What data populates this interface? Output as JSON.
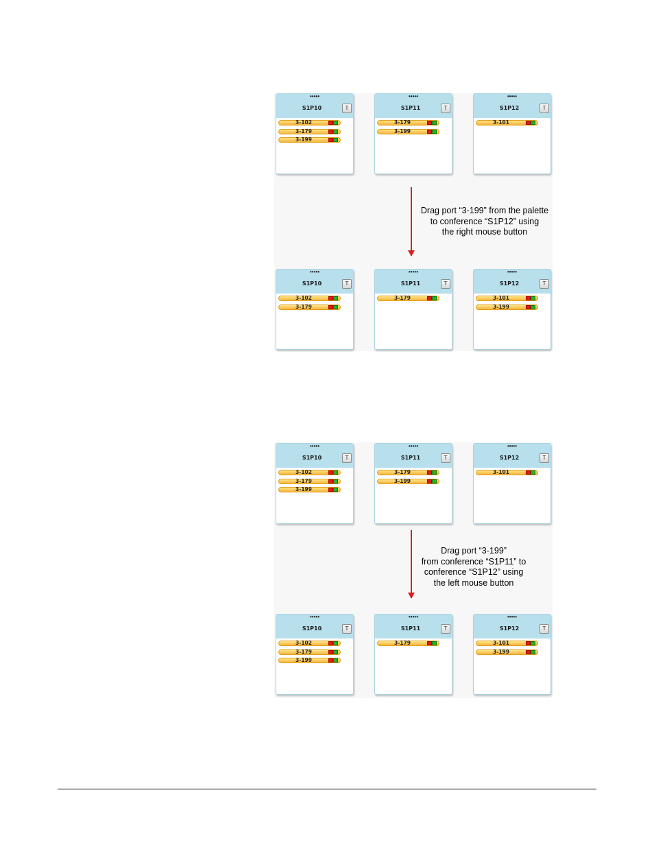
{
  "figures": [
    {
      "before": [
        {
          "title": "S1P10",
          "button": "T",
          "ports": [
            "3-102",
            "3-179",
            "3-199"
          ]
        },
        {
          "title": "S1P11",
          "button": "T",
          "ports": [
            "3-179",
            "3-199"
          ]
        },
        {
          "title": "S1P12",
          "button": "T",
          "ports": [
            "3-101"
          ]
        }
      ],
      "caption": [
        "Drag port “3-199” from the palette",
        "to conference “S1P12” using",
        "the right mouse button"
      ],
      "after": [
        {
          "title": "S1P10",
          "button": "T",
          "ports": [
            "3-102",
            "3-179"
          ]
        },
        {
          "title": "S1P11",
          "button": "T",
          "ports": [
            "3-179"
          ]
        },
        {
          "title": "S1P12",
          "button": "T",
          "ports": [
            "3-101",
            "3-199"
          ]
        }
      ]
    },
    {
      "before": [
        {
          "title": "S1P10",
          "button": "T",
          "ports": [
            "3-102",
            "3-179",
            "3-199"
          ]
        },
        {
          "title": "S1P11",
          "button": "T",
          "ports": [
            "3-179",
            "3-199"
          ]
        },
        {
          "title": "S1P12",
          "button": "T",
          "ports": [
            "3-101"
          ]
        }
      ],
      "caption": [
        "Drag port “3-199”",
        "from conference “S1P11” to",
        "conference “S1P12” using",
        "the left mouse button"
      ],
      "after": [
        {
          "title": "S1P10",
          "button": "T",
          "ports": [
            "3-102",
            "3-179",
            "3-199"
          ]
        },
        {
          "title": "S1P11",
          "button": "T",
          "ports": [
            "3-179"
          ]
        },
        {
          "title": "S1P12",
          "button": "T",
          "ports": [
            "3-101",
            "3-199"
          ]
        }
      ]
    }
  ],
  "grip": "•••••",
  "colors": {
    "header": "#b7dfec",
    "port_fill": "#f5b43a",
    "led_red": "#e01b1b",
    "led_green": "#25b225",
    "arrow": "#d62020"
  }
}
